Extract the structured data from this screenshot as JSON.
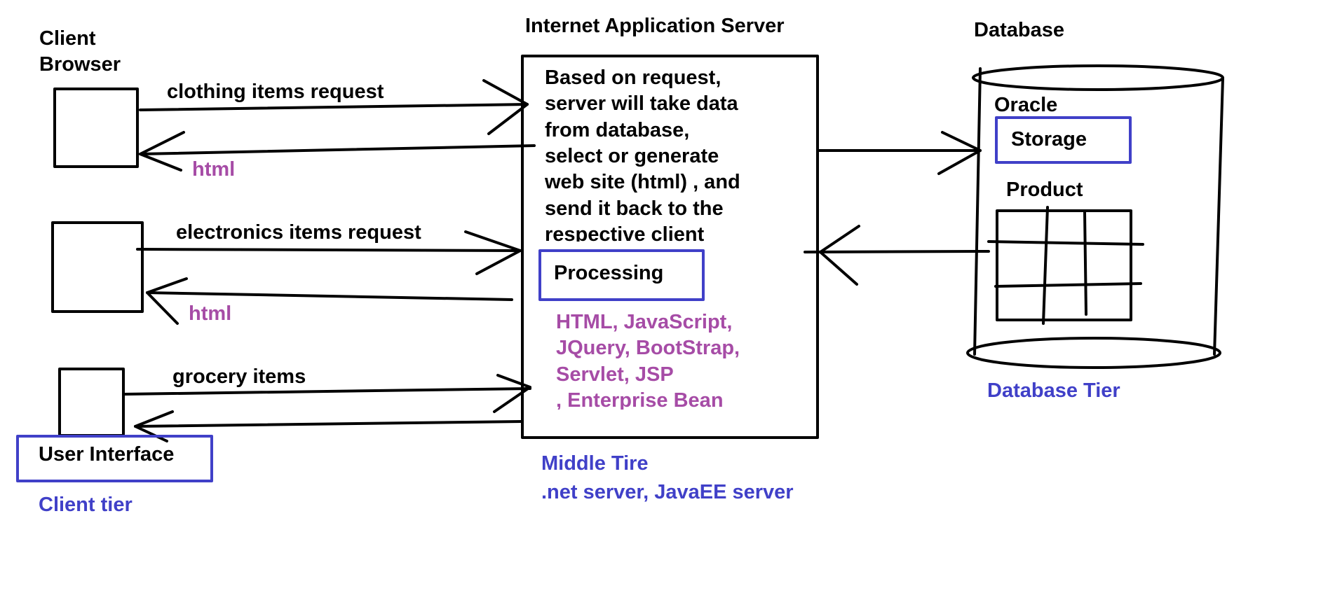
{
  "colors": {
    "ink": "#000000",
    "purple": "#a64ca6",
    "blue": "#4040c8"
  },
  "client": {
    "title_line1": "Client",
    "title_line2": "Browser",
    "requests": [
      {
        "request": "clothing items request",
        "response": "html"
      },
      {
        "request": "electronics items request",
        "response": "html"
      },
      {
        "request": "grocery items",
        "response": ""
      }
    ],
    "ui_label": "User Interface",
    "tier_label": "Client tier"
  },
  "server": {
    "title": "Internet Application Server",
    "description_lines": [
      "Based on request,",
      "server will take data",
      "from database,",
      "select or generate",
      "web site (html) , and",
      "send it back to the",
      "respective client"
    ],
    "processing_label": "Processing",
    "tech_lines": [
      "HTML, JavaScript,",
      "JQuery, BootStrap,",
      "Servlet, JSP",
      ", Enterprise Bean"
    ],
    "tier_line1": "Middle Tire",
    "tier_line2": ".net server,  JavaEE server"
  },
  "database": {
    "title": "Database",
    "vendor": "Oracle",
    "storage_label": "Storage",
    "table_label": "Product",
    "tier_label": "Database Tier"
  }
}
